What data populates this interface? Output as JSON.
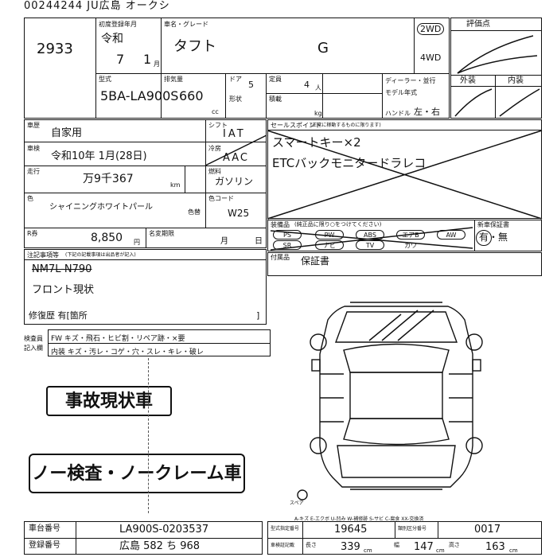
{
  "header": {
    "top_text": "00244244  JU広島 オークシ"
  },
  "lot": {
    "number": "2933"
  },
  "registration": {
    "label": "初度登録年月",
    "era": "令和",
    "year": "7",
    "month": "1",
    "month_unit": "月"
  },
  "car": {
    "label": "車名・グレード",
    "name": "タフト",
    "grade": "G"
  },
  "drive": {
    "opt1": "2WD",
    "opt2": "4WD"
  },
  "evaluation": {
    "label": "評価点",
    "exterior": "外装",
    "interior": "内装"
  },
  "model": {
    "label": "型式",
    "value": "5BA-LA900S"
  },
  "displacement": {
    "label": "排気量",
    "value": "660",
    "unit": "cc"
  },
  "doors": {
    "label": "ドア",
    "value": "5"
  },
  "seats": {
    "label": "定員",
    "value": "4",
    "unit": "人"
  },
  "shape": {
    "label": "形状"
  },
  "load": {
    "label": "積載",
    "unit": "kg"
  },
  "dealer": {
    "label": "ディーラー・並行"
  },
  "model_year": {
    "label": "モデル年式"
  },
  "handle": {
    "label": "ハンドル",
    "value": "左・右"
  },
  "history": {
    "label": "車歴",
    "value": "自家用"
  },
  "inspection": {
    "label": "車検",
    "value": "令和10年 1月(28日)"
  },
  "shift": {
    "label": "シフト",
    "value": "IAT"
  },
  "ac": {
    "label": "冷房",
    "value": "AAC"
  },
  "mileage": {
    "label": "走行",
    "value": "万9千367",
    "unit": "km"
  },
  "fuel": {
    "label": "燃料",
    "value": "ガソリン"
  },
  "color": {
    "label": "色",
    "value": "シャイニングホワイトパール",
    "code_label": "色コード",
    "code": "W25",
    "change_label": "色替"
  },
  "recycle": {
    "label": "R券",
    "value": "8,850",
    "unit": "円",
    "date_label": "名変期限",
    "month": "月",
    "day": "日"
  },
  "notes": {
    "header": "注記事項等",
    "header_note": "(下記の記載事項は出品者が記入)",
    "strike": "NM7L-N790",
    "front": "フロント現状",
    "repair": "修復歴 有[箇所",
    "bracket": "]"
  },
  "sales_points": {
    "header": "セールスポイント",
    "header_note": "(正常に稼動するものに限ります)",
    "line1": "スマートキー×2",
    "line2": "ETCバックモニタードラレコ"
  },
  "equipment": {
    "label": "装備品",
    "note": "(純正品に限り○をつけてください)",
    "items": [
      "PS",
      "PW",
      "ABS",
      "エアB",
      "AW",
      "SR",
      "ナビ",
      "TV",
      "カワ"
    ]
  },
  "warranty": {
    "label": "新車保証書",
    "value": "有・無"
  },
  "accessories": {
    "label": "付属品",
    "value": "保証書"
  },
  "inspector": {
    "label1": "検査員",
    "label2": "記入欄",
    "row1": "FW キズ・飛石・ヒビ割・リペア跡・×要",
    "row2": "内装 キズ・汚レ・コゲ・穴・スレ・キレ・破レ"
  },
  "stamps": {
    "accident": "事故現状車",
    "noclaim": "ノー検査・ノークレーム車"
  },
  "legend": {
    "text": "A-キズ  E-エクボ  U-凹み  W-補修跡  S-サビ  C-腐食  XX-交換済",
    "spare": "スペア"
  },
  "chassis": {
    "label": "車台番号",
    "value": "LA900S-0203537"
  },
  "plate": {
    "label": "登録番号",
    "value": "広島 582 ち 968"
  },
  "type_number": {
    "label": "型式指定番号",
    "value": "19645",
    "category_label": "類別区分番号",
    "category": "0017"
  },
  "dimensions": {
    "label": "車検証記載",
    "length_label": "長さ",
    "length": "339",
    "width_label": "幅",
    "width": "147",
    "height_label": "高さ",
    "height": "163",
    "unit": "cm"
  }
}
